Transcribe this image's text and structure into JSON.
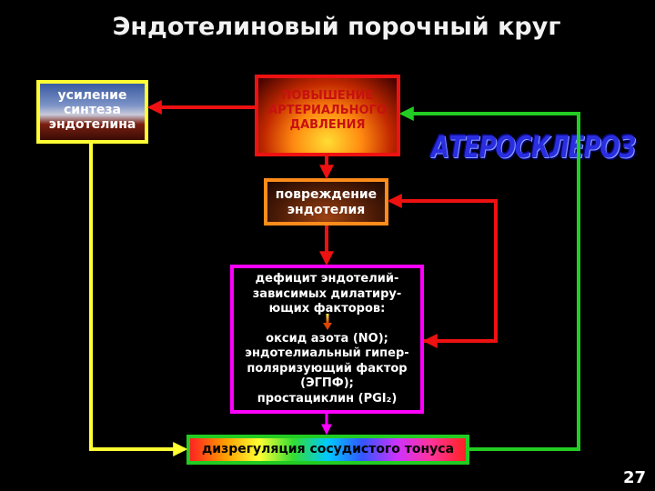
{
  "title": "Эндотелиновый порочный круг",
  "boxes": {
    "synthesis": [
      "усиление",
      "синтеза",
      "эндотелина"
    ],
    "pressure": [
      "ПОВЫШЕНИЕ",
      "АРТЕРИАЛЬНОГО",
      "ДАВЛЕНИЯ"
    ],
    "damage": [
      "повреждение",
      "эндотелия"
    ],
    "deficit_top": [
      "дефицит эндотелий-",
      "зависимых дилатиру-",
      "ющих факторов:"
    ],
    "deficit_bottom": [
      "оксид азота (NO);",
      "эндотелиальный гипер-",
      "поляризующий фактор",
      "(ЭГПФ);",
      "простациклин (PGI₂)"
    ],
    "dysregulation": "дизрегуляция сосудистого тонуса"
  },
  "atherosclerosis": "АТЕРОСКЛЕРОЗ",
  "page_number": "27",
  "colors": {
    "red_arrow": "#ee1111",
    "green_arrow": "#22cc22",
    "yellow_arrow": "#ffff33",
    "magenta_arrow": "#ff00ff"
  }
}
